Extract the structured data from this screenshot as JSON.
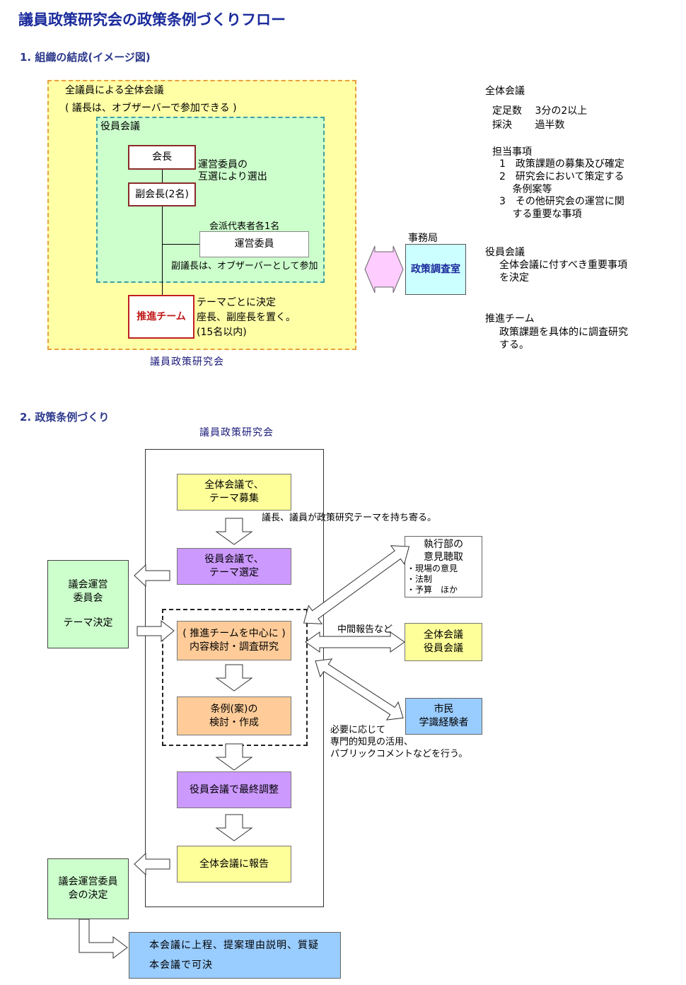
{
  "title": "議員政策研究会の政策条例づくりフロー",
  "section1": {
    "heading": "1. 組織の結成(イメージ図)",
    "outer_title": "全議員による全体会議",
    "outer_note": "( 議長は、オブザーバーで参加できる )",
    "inner_title": "役員会議",
    "chair": "会長",
    "vice_chair": "副会長(2名)",
    "election_note": [
      "運営委員の",
      "互選により選出"
    ],
    "faction_note": "会派代表者各1名",
    "committee": "運営委員",
    "vice_speaker_note": "副議長は、オブザーバーとして参加",
    "team": "推進チーム",
    "team_note": [
      "テーマごとに決定",
      "座長、副座長を置く。",
      "(15名以内)"
    ],
    "org_name": "議員政策研究会",
    "secretariat_label": "事務局",
    "secretariat": "政策調査室",
    "right_panel": {
      "plenary_title": "全体会議",
      "quorum": "定足数　 3分の2以上",
      "vote": "採決　　 過半数",
      "duties_title": "担当事項",
      "duties": [
        "1　政策課題の募集及び確定",
        "2　研究会において策定する",
        "　 条例案等",
        "3　その他研究会の運営に関",
        "　 する重要な事項"
      ],
      "board_title": "役員会議",
      "board_desc": [
        "全体会議に付すべき重要事項",
        "を決定"
      ],
      "team_title": "推進チーム",
      "team_desc": [
        "政策課題を具体的に調査研究",
        "する。"
      ]
    }
  },
  "section2": {
    "heading": "2. 政策条例づくり",
    "container_label": "議員政策研究会",
    "step1": [
      "全体会議で、",
      "テーマ募集"
    ],
    "step1_note": "議長、議員が政策研究テーマを持ち寄る。",
    "step2": [
      "役員会議で、",
      "テーマ選定"
    ],
    "step3": [
      "( 推進チームを中心に )",
      "内容検討・調査研究"
    ],
    "step4": [
      "条例(案)の",
      "検討・作成"
    ],
    "step5": "役員会議で最終調整",
    "step6": "全体会議に報告",
    "council_committee": [
      "議会運営",
      "委員会",
      "",
      "テーマ決定"
    ],
    "council_decision": [
      "議会運営委員",
      "会の決定"
    ],
    "exec_title": [
      "執行部の",
      "意見聴取"
    ],
    "exec_items": [
      "・現場の意見",
      "・法制",
      "・予算　ほか"
    ],
    "interim_note": "中間報告など",
    "plenary_board": [
      "全体会議",
      "役員会議"
    ],
    "citizens": [
      "市民",
      "学識経験者"
    ],
    "expert_note": [
      "必要に応じて",
      "専門的知見の活用、",
      "パブリックコメントなどを行う。"
    ],
    "final_line1": "本会議に上程、提案理由説明、質疑",
    "final_line2": "本会議で可決"
  }
}
